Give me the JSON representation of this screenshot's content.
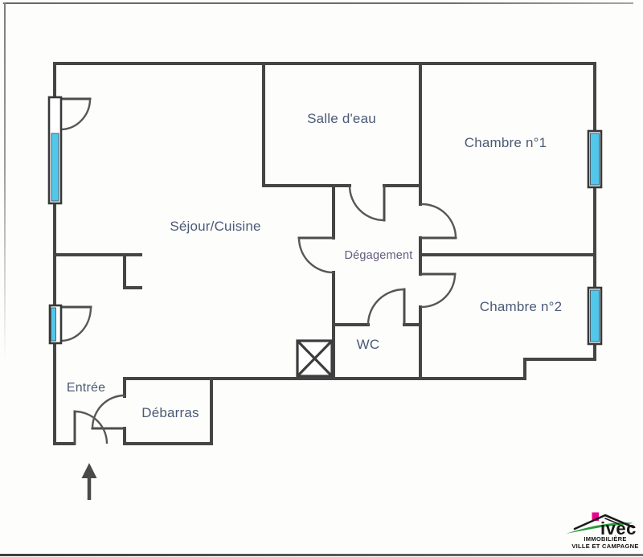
{
  "document": {
    "type": "apartment-floor-plan-scan"
  },
  "rooms": [
    {
      "id": "salle-deau",
      "label": "Salle d'eau"
    },
    {
      "id": "chambre-1",
      "label": "Chambre n°1"
    },
    {
      "id": "sejour-cuisine",
      "label": "Séjour/Cuisine"
    },
    {
      "id": "degagement",
      "label": "Dégagement"
    },
    {
      "id": "chambre-2",
      "label": "Chambre n°2"
    },
    {
      "id": "wc",
      "label": "WC"
    },
    {
      "id": "entree",
      "label": "Entrée"
    },
    {
      "id": "debarras",
      "label": "Débarras"
    }
  ],
  "symbols": [
    {
      "name": "window-glazing",
      "count": 4
    },
    {
      "name": "door-swing-arc",
      "count": 9
    },
    {
      "name": "column-x-symbol",
      "count": 1
    },
    {
      "name": "entrance-arrow",
      "direction": "up"
    }
  ],
  "logo": {
    "brand": "ivec",
    "caption_line1": "IMMOBILIÈRE",
    "caption_line2": "VILLE ET CAMPAGNE",
    "house_icon": "roof-with-chimney",
    "chimney_color": "#ec008c",
    "hill_color": "#28993e"
  },
  "colors": {
    "wall": "#454545",
    "door": "#555555",
    "window_glass": "#52c7ec",
    "label_text": "#4b5a76"
  }
}
